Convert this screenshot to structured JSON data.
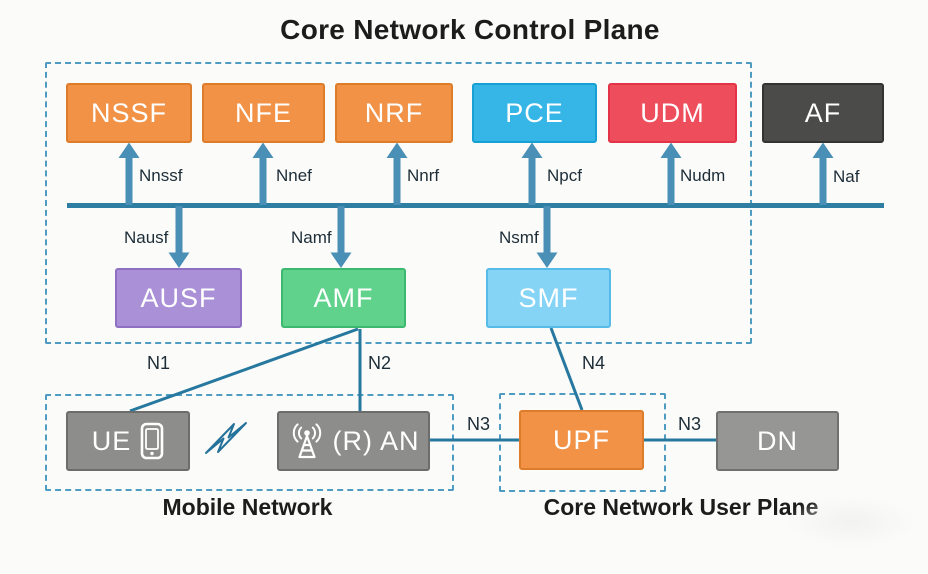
{
  "title": "Core Network Control Plane",
  "groups": {
    "control_plane": {
      "caption": "Core Network Control Plane"
    },
    "mobile_network": {
      "caption": "Mobile Network"
    },
    "user_plane": {
      "caption": "Core Network User Plane"
    }
  },
  "nodes": {
    "nssf": {
      "label": "NSSF",
      "color": "#f19247"
    },
    "nfe": {
      "label": "NFE",
      "color": "#f19247"
    },
    "nrf": {
      "label": "NRF",
      "color": "#f19247"
    },
    "pce": {
      "label": "PCE",
      "color": "#35b6e6"
    },
    "udm": {
      "label": "UDM",
      "color": "#ee4d5c"
    },
    "af": {
      "label": "AF",
      "color": "#4b4b49"
    },
    "ausf": {
      "label": "AUSF",
      "color": "#aa90d7"
    },
    "amf": {
      "label": "AMF",
      "color": "#61d28c"
    },
    "smf": {
      "label": "SMF",
      "color": "#85d4f6"
    },
    "ue": {
      "label": "UE",
      "color": "#8d8d8b"
    },
    "ran": {
      "label": "(R) AN",
      "color": "#8d8d8b"
    },
    "upf": {
      "label": "UPF",
      "color": "#f19247"
    },
    "dn": {
      "label": "DN",
      "color": "#969694"
    }
  },
  "interfaces": {
    "nnssf": "Nnssf",
    "nnef": "Nnef",
    "nnrf": "Nnrf",
    "npcf": "Npcf",
    "nudm": "Nudm",
    "naf": "Naf",
    "nausf": "Nausf",
    "namf": "Namf",
    "nsmf": "Nsmf"
  },
  "reference_points": {
    "n1": "N1",
    "n2": "N2",
    "n3_ran_upf": "N3",
    "n3_upf_dn": "N3",
    "n4": "N4"
  },
  "icons": {
    "ue_device": "smartphone-icon",
    "ran_tower": "radio-tower-icon",
    "air_interface": "lightning-bolt-icon"
  },
  "colors": {
    "orange": "#f19247",
    "cyan": "#35b6e6",
    "red": "#ee4d5c",
    "dark_gray": "#4b4b49",
    "purple": "#aa90d7",
    "green": "#61d28c",
    "sky_blue": "#85d4f6",
    "gray": "#8d8d8b",
    "bus_line": "#2e7da3",
    "arrow_blue": "#4a8fb5",
    "connector_line": "#26789f",
    "dashed_border": "#4f9cc2",
    "text_dark": "#1d2d38",
    "background": "#fbfbf9"
  }
}
